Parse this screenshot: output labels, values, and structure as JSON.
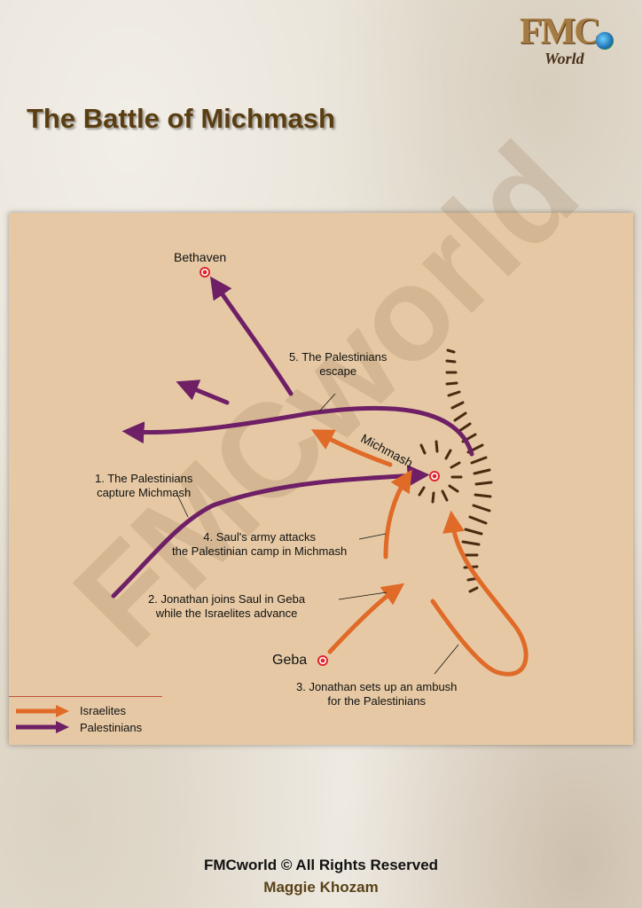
{
  "logo": {
    "main": "FMC",
    "sub": "World"
  },
  "title": "The Battle of Michmash",
  "map": {
    "watermark": "FMCworld",
    "places": {
      "bethaven": "Bethaven",
      "michmash": "Michmash",
      "geba": "Geba"
    },
    "annotations": {
      "step1_line1": "1. The Palestinians",
      "step1_line2": "capture Michmash",
      "step2_line1": "2. Jonathan joins Saul in Geba",
      "step2_line2": "while the Israelites advance",
      "step3_line1": "3. Jonathan sets up an ambush",
      "step3_line2": "for the Palestinians",
      "step4_line1": "4. Saul's army attacks",
      "step4_line2": "the Palestinian camp in Michmash",
      "step5_line1": "5. The Palestinians",
      "step5_line2": "escape"
    },
    "colors": {
      "israelites": "#e06a28",
      "palestinians": "#6e1f66",
      "marker": "#e0262a",
      "background": "#e6c9a4"
    },
    "legend": [
      {
        "label": "Israelites",
        "color": "#e06a28"
      },
      {
        "label": "Palestinians",
        "color": "#6e1f66"
      }
    ]
  },
  "footer": {
    "copyright": "FMCworld © All Rights Reserved",
    "author": "Maggie Khozam"
  }
}
